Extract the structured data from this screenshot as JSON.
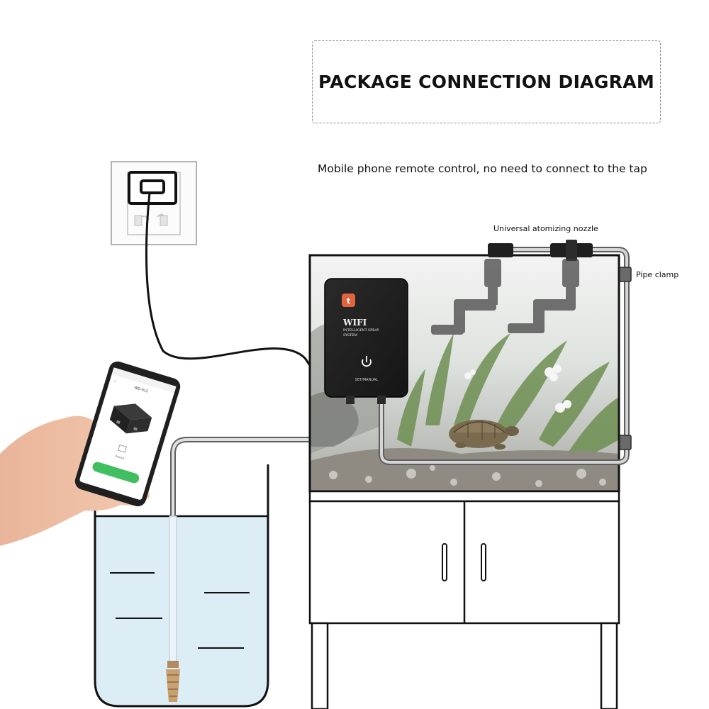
{
  "title": "PACKAGE CONNECTION DIAGRAM",
  "subtitle": "Mobile phone remote control, no need to connect to the tap",
  "labels": {
    "nozzle": "Universal atomizing nozzle",
    "clamp": "Pipe clamp"
  },
  "device": {
    "line1": "WIFI",
    "line2": "INTELLIGENT SPRAY",
    "line3": "SYSTEM",
    "button_caption": "SET/MANUAL"
  },
  "phone": {
    "status": "WD-012",
    "header": "WD-012",
    "button_label": "",
    "mini_label": "Device"
  },
  "colors": {
    "device_body": "#1e1e1e",
    "water": "#dcedf5",
    "tube": "#7a7a7a",
    "phone_button": "#3fbf5f"
  }
}
